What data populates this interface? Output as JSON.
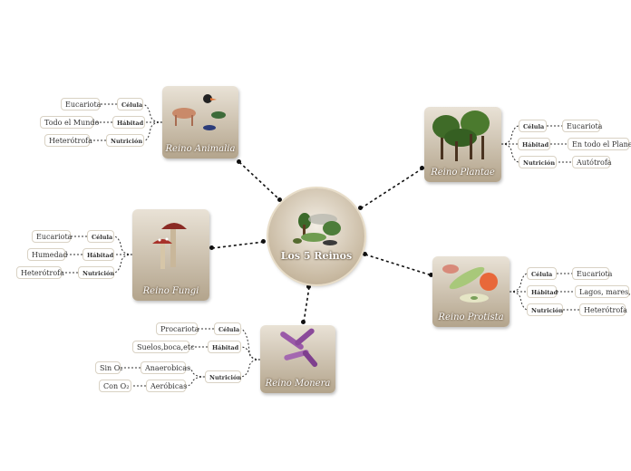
{
  "center": {
    "title": "Los 5 Reinos"
  },
  "animalia": {
    "title": "Reino Animalia",
    "celula_label": "Célula",
    "habitat_label": "Hábitad",
    "nutricion_label": "Nutrición",
    "celula": "Eucariota",
    "habitat": "Todo el Mundo",
    "nutricion": "Heterótrofa"
  },
  "plantae": {
    "title": "Reino Plantae",
    "celula_label": "Célula",
    "habitat_label": "Hábitad",
    "nutricion_label": "Nutrición",
    "celula": "Eucariota",
    "habitat": "En todo el Planeta",
    "nutricion": "Autótrofa"
  },
  "fungi": {
    "title": "Reino Fungi",
    "celula_label": "Célula",
    "habitat_label": "Hábitad",
    "nutricion_label": "Nutrición",
    "celula": "Eucariota",
    "habitat": "Humedad",
    "nutricion": "Heterótrofa"
  },
  "protista": {
    "title": "Reino Protista",
    "celula_label": "Célula",
    "habitat_label": "Hábitad",
    "nutricion_label": "Nutrición",
    "celula": "Eucariota",
    "habitat": "Lagos, mares, etc",
    "nutricion": "Heterótrofa"
  },
  "monera": {
    "title": "Reino Monera",
    "celula_label": "Célula",
    "habitat_label": "Hábitad",
    "nutricion_label": "Nutrición",
    "celula": "Procariota",
    "habitat": "Suelos,boca,etc",
    "anaerobicas": "Anaerobicas",
    "aerobicas": "Aeróbicas",
    "sin_o2": "Sin O₂",
    "con_o2": "Con O₂"
  }
}
